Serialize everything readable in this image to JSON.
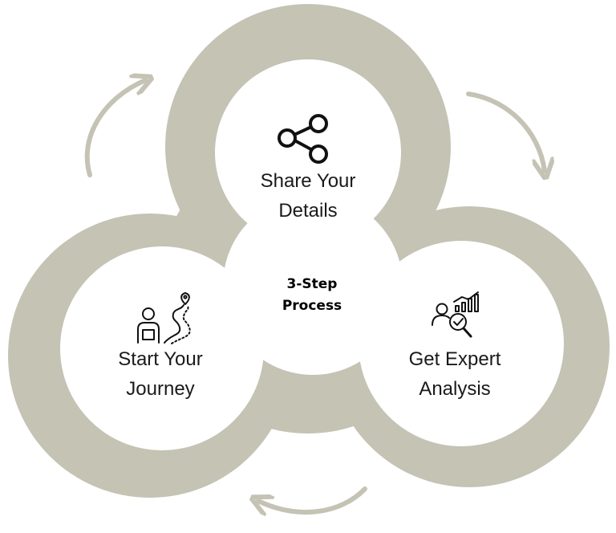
{
  "center": {
    "line1": "3-Step",
    "line2": "Process"
  },
  "steps": [
    {
      "icon": "share-icon",
      "line1": "Share Your",
      "line2": "Details"
    },
    {
      "icon": "journey-icon",
      "line1": "Start Your",
      "line2": "Journey"
    },
    {
      "icon": "expert-analysis-icon",
      "line1": "Get Expert",
      "line2": "Analysis"
    }
  ],
  "colors": {
    "ring": "#c4c3b4",
    "arrow": "#c4c3b4",
    "text": "#1a1a1a",
    "background": "#ffffff"
  }
}
